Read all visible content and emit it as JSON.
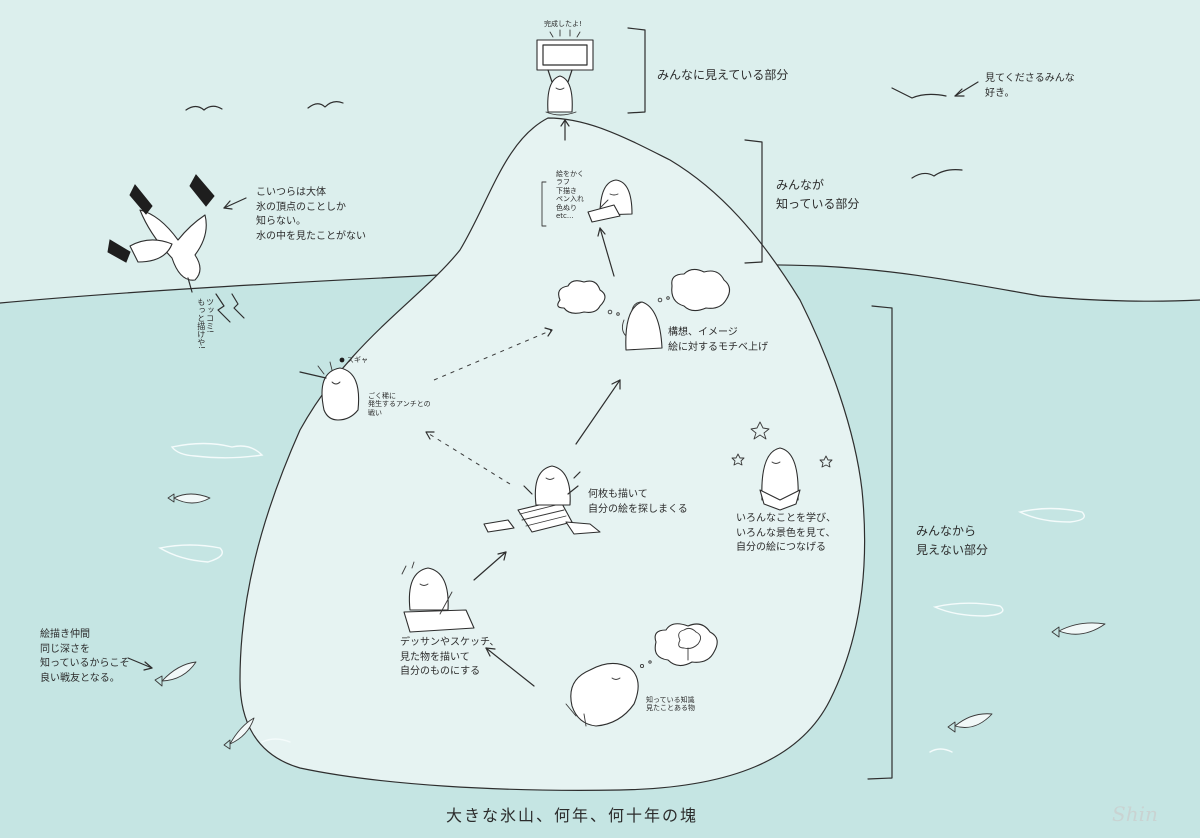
{
  "colors": {
    "sky": "#dcefed",
    "sea": "#c5e5e3",
    "iceberg": "#e6f3f2",
    "ink": "#2e2e2e"
  },
  "labels": {
    "completed": "完成したよ!",
    "visible_to_all": "みんなに見えている部分",
    "viewers": "見てくださるみんな\n好き。",
    "known_to_all": "みんなが\n知っている部分",
    "bird_note": "こいつらは大体\n氷の頂点のことしか\n知らない。\n水の中を見たことがない",
    "bird_shout": "ツッコミ!\nもっと描けや!",
    "drawing_process": "絵をかく\nラフ\n下描き\nペン入れ\n色ぬり\netc...",
    "concept": "構想、イメージ\n絵に対するモチベ上げ",
    "battle_sound": "ズギャ",
    "battle": "ごく稀に\n発生するアンチとの\n戦い",
    "practice": "何枚も描いて\n自分の絵を探しまくる",
    "study": "いろんなことを学び、\nいろんな景色を見て、\n自分の絵につなげる",
    "invisible_part": "みんなから\n見えない部分",
    "sketch": "デッサンやスケッチ、\n見た物を描いて\n自分のものにする",
    "knowledge": "知っている知識\n見たことある物",
    "peers": "絵描き仲間\n同じ深さを\n知っているからこそ\n良い戦友となる。",
    "caption": "大きな氷山、何年、何十年の塊",
    "signature": "Shin"
  }
}
